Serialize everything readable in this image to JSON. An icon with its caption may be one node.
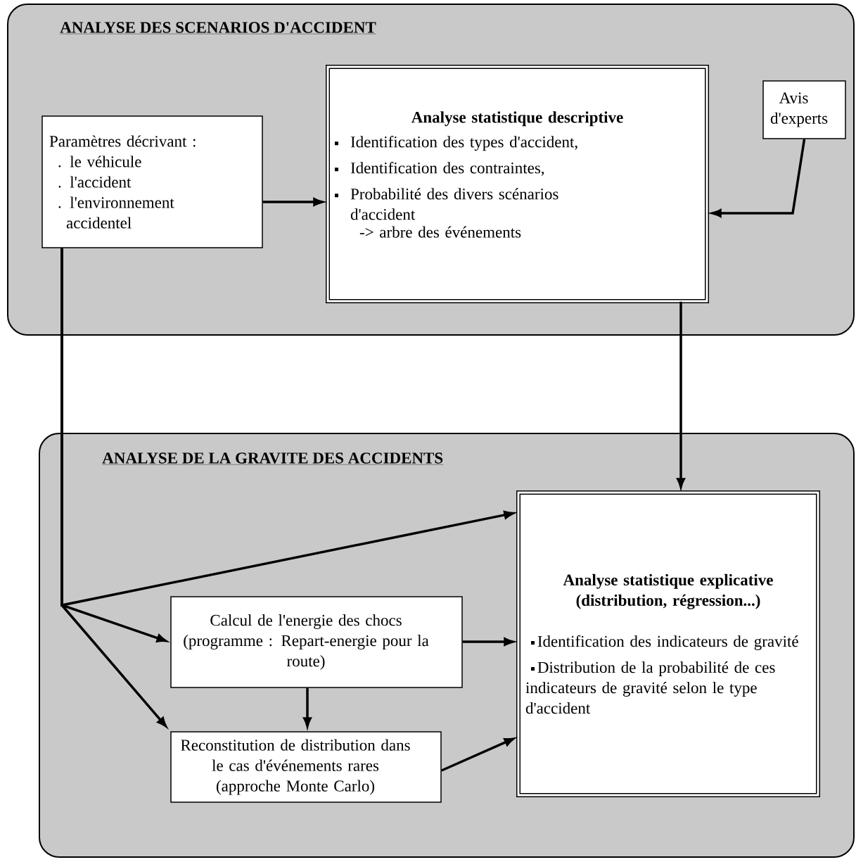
{
  "diagram": {
    "nodes": [
      {
        "text": [
          "ANALYSE DES SCENARIOS D'ACCIDENT"
        ]
      },
      {
        "text": [
          "Paramètres décrivant :",
          ". le véhicule",
          ". l'accident",
          ". l'environnement accidentel"
        ],
        "in": 0
      },
      {
        "text": [
          "Analyse statistique descriptive",
          "Identification des types d'accident,",
          "Identification des contraintes,",
          "Probabilité des divers scénarios d'accident",
          "-> arbre des événements"
        ],
        "in": 0
      },
      {
        "text": [
          "Avis d'experts"
        ],
        "in": 0
      },
      {
        "text": [
          "ANALYSE DE LA GRAVITE DES ACCIDENTS"
        ]
      },
      {
        "text": [
          "Analyse statistique explicative (distribution, régression...)",
          "Identification des indicateurs de gravité",
          "Distribution de la probabilité de ces indicateurs de gravité selon le type d'accident"
        ],
        "in": 4
      },
      {
        "text": [
          "Calcul de l'energie des chocs (programme : Repart-energie pour la route)"
        ],
        "in": 4
      },
      {
        "text": [
          "Reconstitution de distribution dans le cas d'événements rares (approche Monte Carlo)"
        ],
        "in": 4
      }
    ],
    "edges": [
      {
        "from": 1,
        "to": 2,
        "arrow": "to"
      },
      {
        "from": 3,
        "to": 2,
        "arrow": "to"
      },
      {
        "from": 2,
        "to": 5,
        "arrow": "to"
      },
      {
        "from": 1,
        "to": 5,
        "arrow": "to"
      },
      {
        "from": 1,
        "to": 6,
        "arrow": "to"
      },
      {
        "from": 1,
        "to": 7,
        "arrow": "to"
      },
      {
        "from": 6,
        "to": 5,
        "arrow": "to"
      },
      {
        "from": 6,
        "to": 7,
        "arrow": "to"
      },
      {
        "from": 7,
        "to": 5,
        "arrow": "to"
      }
    ]
  }
}
